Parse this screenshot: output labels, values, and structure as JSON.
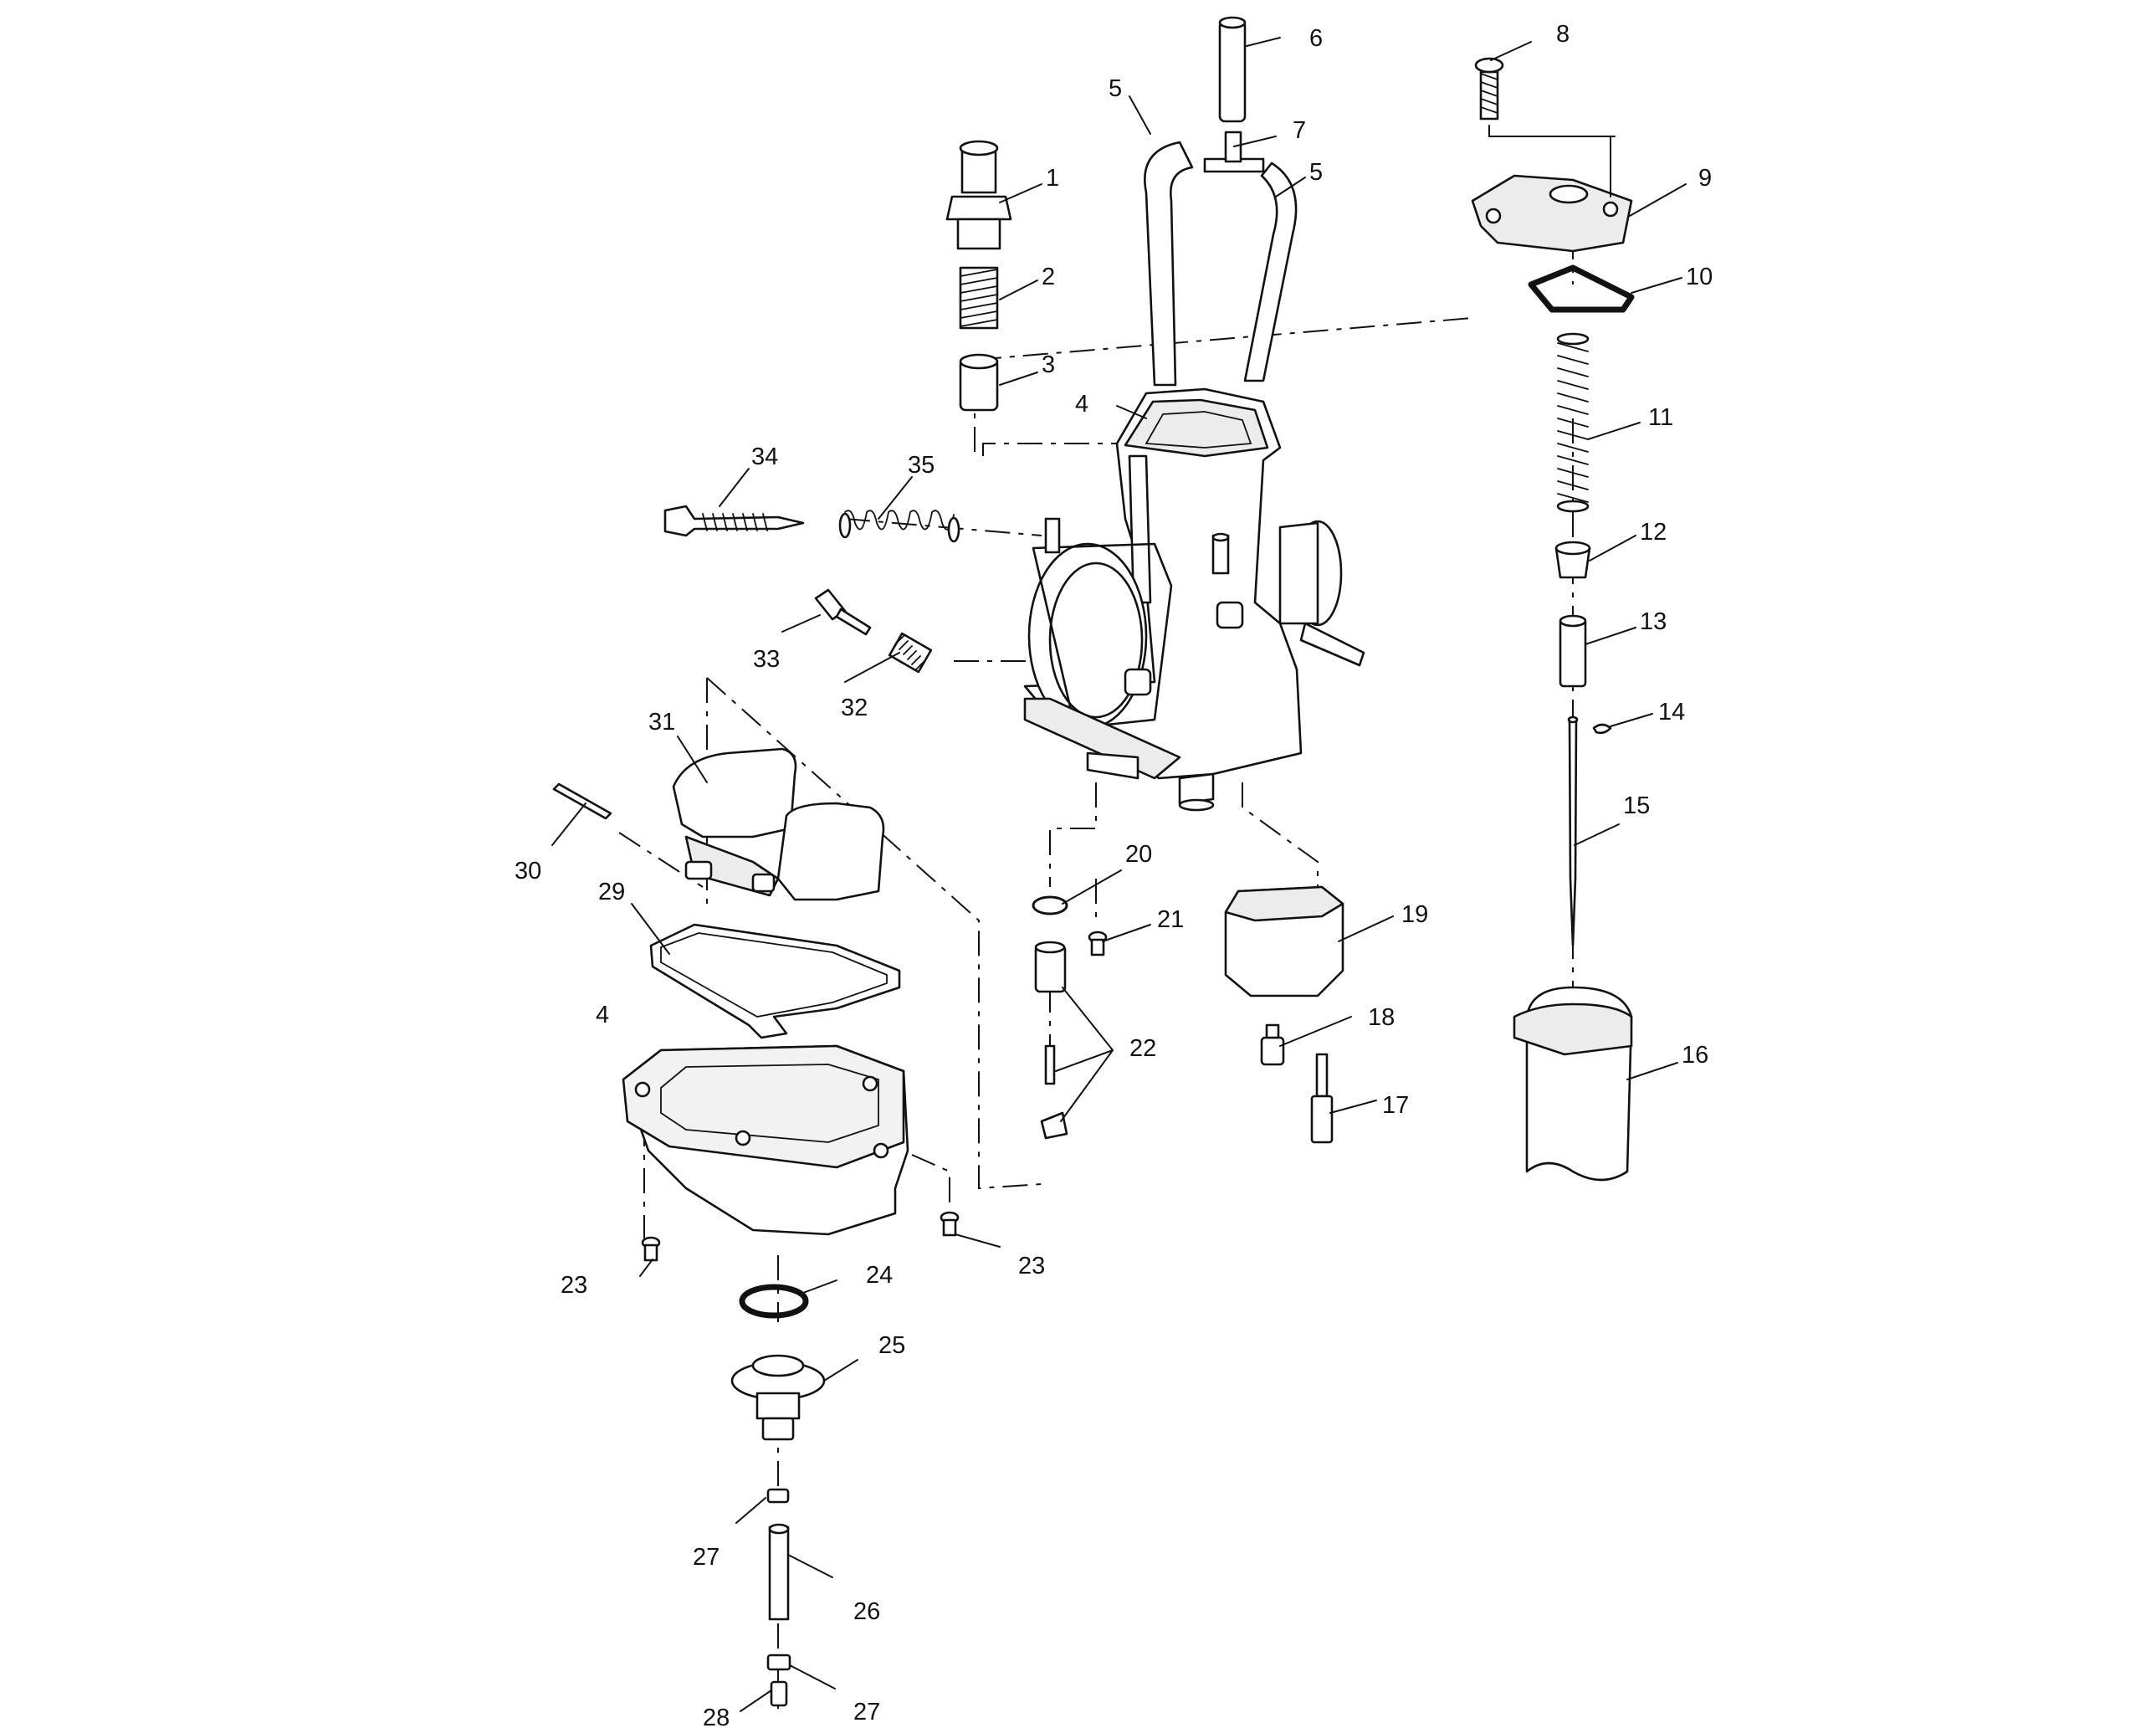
{
  "diagram": {
    "callouts": [
      {
        "key": "p1",
        "label": "1"
      },
      {
        "key": "p2",
        "label": "2"
      },
      {
        "key": "p3",
        "label": "3"
      },
      {
        "key": "p4a",
        "label": "4"
      },
      {
        "key": "p4b",
        "label": "4"
      },
      {
        "key": "p5a",
        "label": "5"
      },
      {
        "key": "p5b",
        "label": "5"
      },
      {
        "key": "p6",
        "label": "6"
      },
      {
        "key": "p7",
        "label": "7"
      },
      {
        "key": "p8",
        "label": "8"
      },
      {
        "key": "p9",
        "label": "9"
      },
      {
        "key": "p10",
        "label": "10"
      },
      {
        "key": "p11",
        "label": "11"
      },
      {
        "key": "p12",
        "label": "12"
      },
      {
        "key": "p13",
        "label": "13"
      },
      {
        "key": "p14",
        "label": "14"
      },
      {
        "key": "p15",
        "label": "15"
      },
      {
        "key": "p16",
        "label": "16"
      },
      {
        "key": "p17",
        "label": "17"
      },
      {
        "key": "p18",
        "label": "18"
      },
      {
        "key": "p19",
        "label": "19"
      },
      {
        "key": "p20",
        "label": "20"
      },
      {
        "key": "p21",
        "label": "21"
      },
      {
        "key": "p22",
        "label": "22"
      },
      {
        "key": "p23a",
        "label": "23"
      },
      {
        "key": "p23b",
        "label": "23"
      },
      {
        "key": "p24",
        "label": "24"
      },
      {
        "key": "p25",
        "label": "25"
      },
      {
        "key": "p26",
        "label": "26"
      },
      {
        "key": "p27a",
        "label": "27"
      },
      {
        "key": "p27b",
        "label": "27"
      },
      {
        "key": "p28",
        "label": "28"
      },
      {
        "key": "p29",
        "label": "29"
      },
      {
        "key": "p30",
        "label": "30"
      },
      {
        "key": "p31",
        "label": "31"
      },
      {
        "key": "p32",
        "label": "32"
      },
      {
        "key": "p33",
        "label": "33"
      },
      {
        "key": "p34",
        "label": "34"
      },
      {
        "key": "p35",
        "label": "35"
      }
    ]
  }
}
